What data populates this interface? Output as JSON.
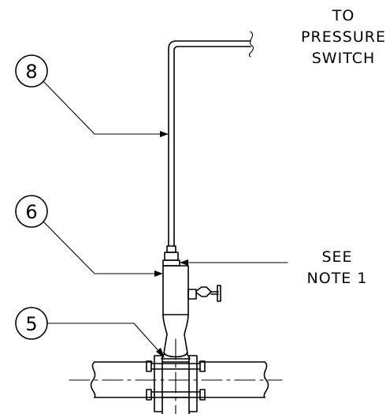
{
  "notes": {
    "pressure_switch": [
      "TO",
      "PRESSURE",
      "SWITCH"
    ],
    "see_note": [
      "SEE",
      "NOTE 1"
    ]
  },
  "balloons": [
    {
      "id": "item-8",
      "label": "8"
    },
    {
      "id": "item-6",
      "label": "6"
    },
    {
      "id": "item-5",
      "label": "5"
    }
  ],
  "colors": {
    "ink": "#000000",
    "background": "#ffffff"
  }
}
